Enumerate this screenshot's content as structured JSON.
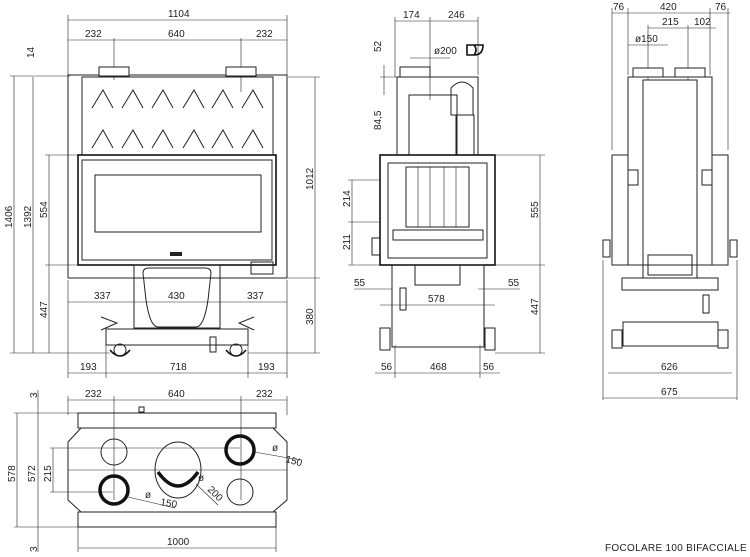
{
  "title": "FOCOLARE 100 BIFACCIALE",
  "front_view": {
    "top_total": "1104",
    "top_left": "232",
    "top_mid": "640",
    "top_right": "232",
    "flange": "14",
    "height_total": "1406",
    "height_body": "1392",
    "door": "554",
    "base_height": "447",
    "body_height": "1012",
    "leg_height": "380",
    "base_left": "337",
    "base_mid": "430",
    "base_right": "337",
    "feet_left": "193",
    "feet_mid": "718",
    "feet_right": "193"
  },
  "side_view": {
    "top_a": "174",
    "top_b": "246",
    "collar": "52",
    "flue_diameter": "ø200",
    "offset": "84,5",
    "upper": "214",
    "lower": "211",
    "height": "555",
    "base_height": "447",
    "inset_left": "55",
    "inset_right": "55",
    "base_width": "578",
    "foot_left": "56",
    "feet_mid": "468",
    "foot_right": "56"
  },
  "back_view": {
    "left": "76",
    "mid": "420",
    "right": "76",
    "spacing": "215",
    "offset": "102",
    "diameter": "ø150",
    "base_width": "626",
    "total_width": "675"
  },
  "top_view": {
    "left": "232",
    "mid": "640",
    "right": "232",
    "gap_top": "3",
    "gap_bottom": "3",
    "depth_total": "578",
    "depth_inner": "572",
    "hole_spacing": "215",
    "width": "1000",
    "d150_right": "150",
    "d150_left": "150",
    "d200": "200",
    "diam_symbol": "ø"
  }
}
